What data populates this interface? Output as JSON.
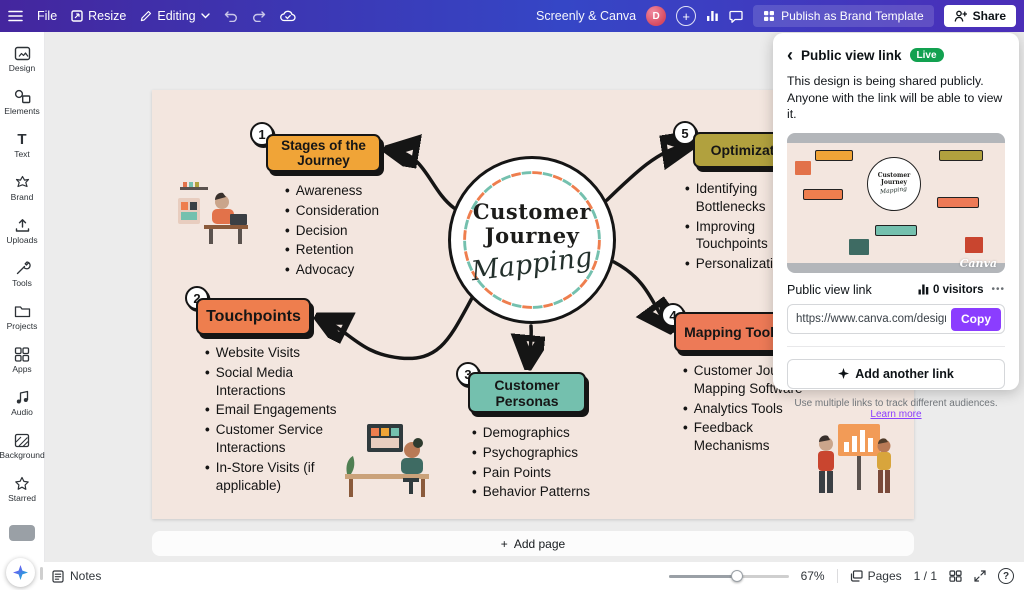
{
  "colors": {
    "accent": "#8b3dff",
    "live": "#12a150",
    "canvas_bg": "#f3e6df"
  },
  "icons": {
    "back": "‹",
    "dots": "•••",
    "plus": "+",
    "text_tool": "T",
    "help": "?",
    "add": "+"
  },
  "topbar": {
    "file": "File",
    "resize": "Resize",
    "editing": "Editing",
    "doc_title": "Screenly & Canva",
    "avatar_initial": "D",
    "publish": "Publish as Brand Template",
    "share": "Share"
  },
  "sidebar": {
    "items": [
      {
        "label": "Design"
      },
      {
        "label": "Elements"
      },
      {
        "label": "Text"
      },
      {
        "label": "Brand"
      },
      {
        "label": "Uploads"
      },
      {
        "label": "Tools"
      },
      {
        "label": "Projects"
      },
      {
        "label": "Apps"
      },
      {
        "label": "Audio"
      },
      {
        "label": "Background"
      },
      {
        "label": "Starred"
      }
    ]
  },
  "canvas": {
    "center": {
      "title": "Customer Journey",
      "subtitle": "Mapping"
    },
    "nodes": [
      {
        "num": "1",
        "title": "Stages of the Journey",
        "color": "#f0a437",
        "items": [
          "Awareness",
          "Consideration",
          "Decision",
          "Retention",
          "Advocacy"
        ]
      },
      {
        "num": "2",
        "title": "Touchpoints",
        "color": "#ee7e4e",
        "items": [
          "Website Visits",
          "Social Media Interactions",
          "Email Engagements",
          "Customer Service Interactions",
          "In-Store Visits (if applicable)"
        ]
      },
      {
        "num": "3",
        "title": "Customer Personas",
        "color": "#74c0ae",
        "items": [
          "Demographics",
          "Psychographics",
          "Pain Points",
          "Behavior Patterns"
        ]
      },
      {
        "num": "4",
        "title": "Mapping Tools",
        "color": "#ed7a57",
        "items": [
          "Customer Journey Mapping Software",
          "Analytics Tools",
          "Feedback Mechanisms"
        ]
      },
      {
        "num": "5",
        "title": "Optimization",
        "color": "#b1a13e",
        "items": [
          "Identifying Bottlenecks",
          "Improving Touchpoints",
          "Personalization"
        ]
      }
    ],
    "add_page": "Add page"
  },
  "share_panel": {
    "title": "Public view link",
    "badge": "Live",
    "description": "This design is being shared publicly. Anyone with the link will be able to view it.",
    "link_label": "Public view link",
    "visitors": "0 visitors",
    "url": "https://www.canva.com/design/DAGIlLELGXg/k",
    "copy": "Copy",
    "add_link": "Add another link",
    "hint": "Use multiple links to track different audiences.",
    "learn_more": "Learn more",
    "watermark": "Canva"
  },
  "bottombar": {
    "notes": "Notes",
    "zoom": "67%",
    "pages": "Pages",
    "page_indicator": "1 / 1"
  }
}
